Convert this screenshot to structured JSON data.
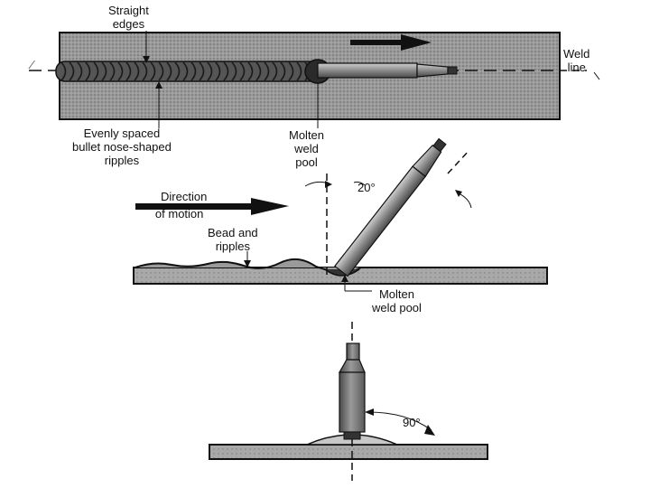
{
  "diagram": {
    "top_view": {
      "straight_edges": [
        "Straight",
        "edges"
      ],
      "weld_line": [
        "Weld",
        "line"
      ],
      "ripples": [
        "Evenly spaced",
        "bullet nose-shaped",
        "ripples"
      ],
      "molten_pool": [
        "Molten",
        "weld",
        "pool"
      ]
    },
    "side_view": {
      "direction": [
        "Direction",
        "of motion"
      ],
      "bead": [
        "Bead and",
        "ripples"
      ],
      "angle": "20°",
      "molten_pool": [
        "Molten",
        "weld pool"
      ]
    },
    "end_view": {
      "angle": "90°"
    }
  }
}
